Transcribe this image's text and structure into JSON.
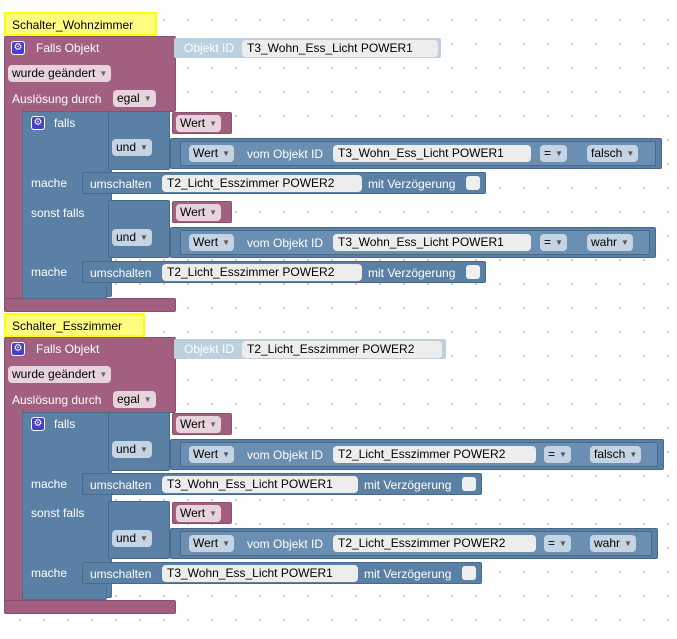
{
  "blocks": [
    {
      "comment": "Schalter_Wohnzimmer",
      "trigger_label": "Falls Objekt",
      "object_id_label": "Objekt ID",
      "object_id": "T3_Wohn_Ess_Licht  POWER1",
      "changed": "wurde geändert",
      "trigger_by_label": "Auslösung durch",
      "trigger_by": "egal",
      "if_label": "falls",
      "elseif_label": "sonst falls",
      "do_label": "mache",
      "and_label": "und",
      "wert_label": "Wert",
      "vom_label": "vom Objekt ID",
      "cond1_object": "T3_Wohn_Ess_Licht  POWER1",
      "eq": "=",
      "cond1_value": "falsch",
      "cond2_object": "T3_Wohn_Ess_Licht  POWER1",
      "cond2_value": "wahr",
      "toggle_label": "umschalten",
      "toggle_object": "T2_Licht_Esszimmer  POWER2",
      "delay_label": "mit Verzögerung"
    },
    {
      "comment": "Schalter_Esszimmer",
      "trigger_label": "Falls Objekt",
      "object_id_label": "Objekt ID",
      "object_id": "T2_Licht_Esszimmer  POWER2",
      "changed": "wurde geändert",
      "trigger_by_label": "Auslösung durch",
      "trigger_by": "egal",
      "if_label": "falls",
      "elseif_label": "sonst falls",
      "do_label": "mache",
      "and_label": "und",
      "wert_label": "Wert",
      "vom_label": "vom Objekt ID",
      "cond1_object": "T2_Licht_Esszimmer  POWER2",
      "eq": "=",
      "cond1_value": "falsch",
      "cond2_object": "T2_Licht_Esszimmer  POWER2",
      "cond2_value": "wahr",
      "toggle_label": "umschalten",
      "toggle_object": "T3_Wohn_Ess_Licht  POWER1",
      "delay_label": "mit Verzögerung"
    }
  ],
  "icons": {
    "gear": "⚙",
    "dropdown": "▼"
  },
  "colors": {
    "event_block": "#a35f80",
    "logic_block": "#5b80a5",
    "comment_fill": "#fffd80",
    "comment_border": "#ffff00"
  }
}
